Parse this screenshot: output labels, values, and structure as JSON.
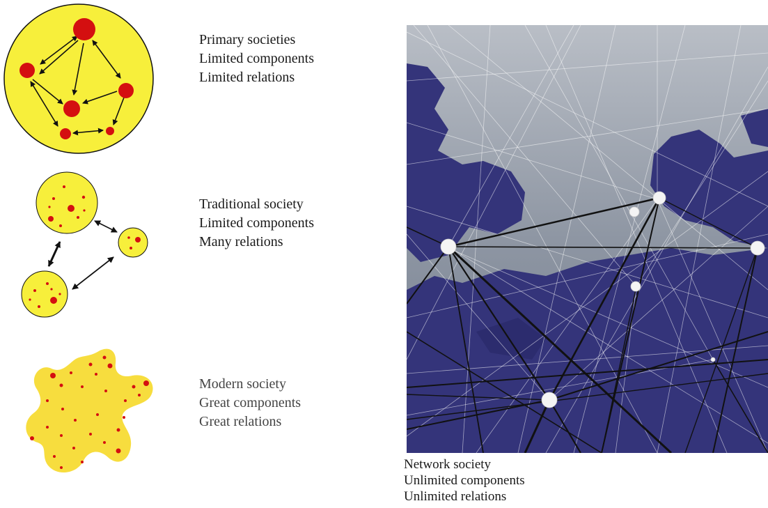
{
  "panels": [
    {
      "id": "primary",
      "lines": [
        "Primary societies",
        "Limited components",
        "Limited relations"
      ]
    },
    {
      "id": "traditional",
      "lines": [
        "Traditional society",
        "Limited components",
        "Many relations"
      ]
    },
    {
      "id": "modern",
      "lines": [
        "Modern society",
        "Great components",
        "Great relations"
      ]
    }
  ],
  "network": {
    "lines": [
      "Network society",
      "Unlimited components",
      "Unlimited relations"
    ]
  },
  "colors": {
    "disc_fill": "#f7ef3b",
    "blob_fill": "#f7dd3e",
    "node_red": "#d40f10",
    "map_sea": "#9aa2ad",
    "map_land": "#34347a"
  }
}
